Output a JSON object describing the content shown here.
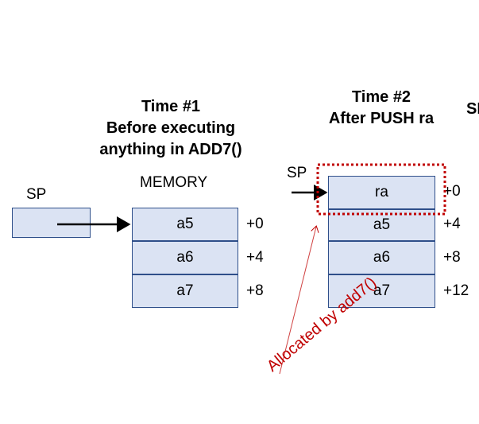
{
  "time1": {
    "title_lines": [
      "Time #1",
      "Before executing",
      "anything in ADD7()"
    ],
    "memory_label": "MEMORY",
    "sp_label": "SP",
    "cells": [
      "a5",
      "a6",
      "a7"
    ],
    "offsets": [
      "+0",
      "+4",
      "+8"
    ]
  },
  "time2": {
    "title_lines": [
      "Time #2",
      "After PUSH ra"
    ],
    "sp_label": "SP",
    "cells": [
      "ra",
      "a5",
      "a6",
      "a7"
    ],
    "offsets": [
      "+0",
      "+4",
      "+8",
      "+12"
    ],
    "annotation": "Allocated by add7()"
  },
  "cut_off_text": "SI",
  "colors": {
    "cell_fill": "#dbe3f3",
    "cell_border": "#2f4f8a",
    "highlight": "#c00000"
  }
}
